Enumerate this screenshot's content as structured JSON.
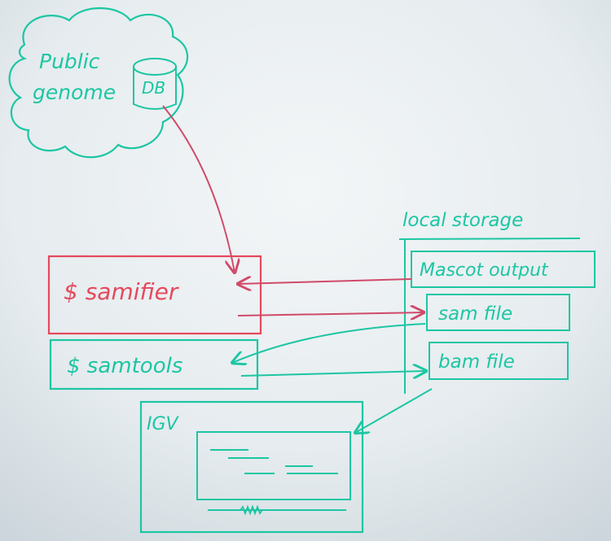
{
  "colors": {
    "board": "#dde4e8",
    "teal_marker": "#1cc6a3",
    "red_marker": "#e6485c",
    "pink_arrow": "#d04a6a"
  },
  "cloud": {
    "line1": "Public",
    "line2": "genome"
  },
  "database": {
    "label": "DB"
  },
  "local_storage": {
    "title": "local storage",
    "mascot": "Mascot output",
    "sam": "sam file",
    "bam": "bam file"
  },
  "samifier": {
    "label": "$ samifier"
  },
  "samtools": {
    "label": "$ samtools"
  },
  "igv": {
    "title": "IGV"
  }
}
